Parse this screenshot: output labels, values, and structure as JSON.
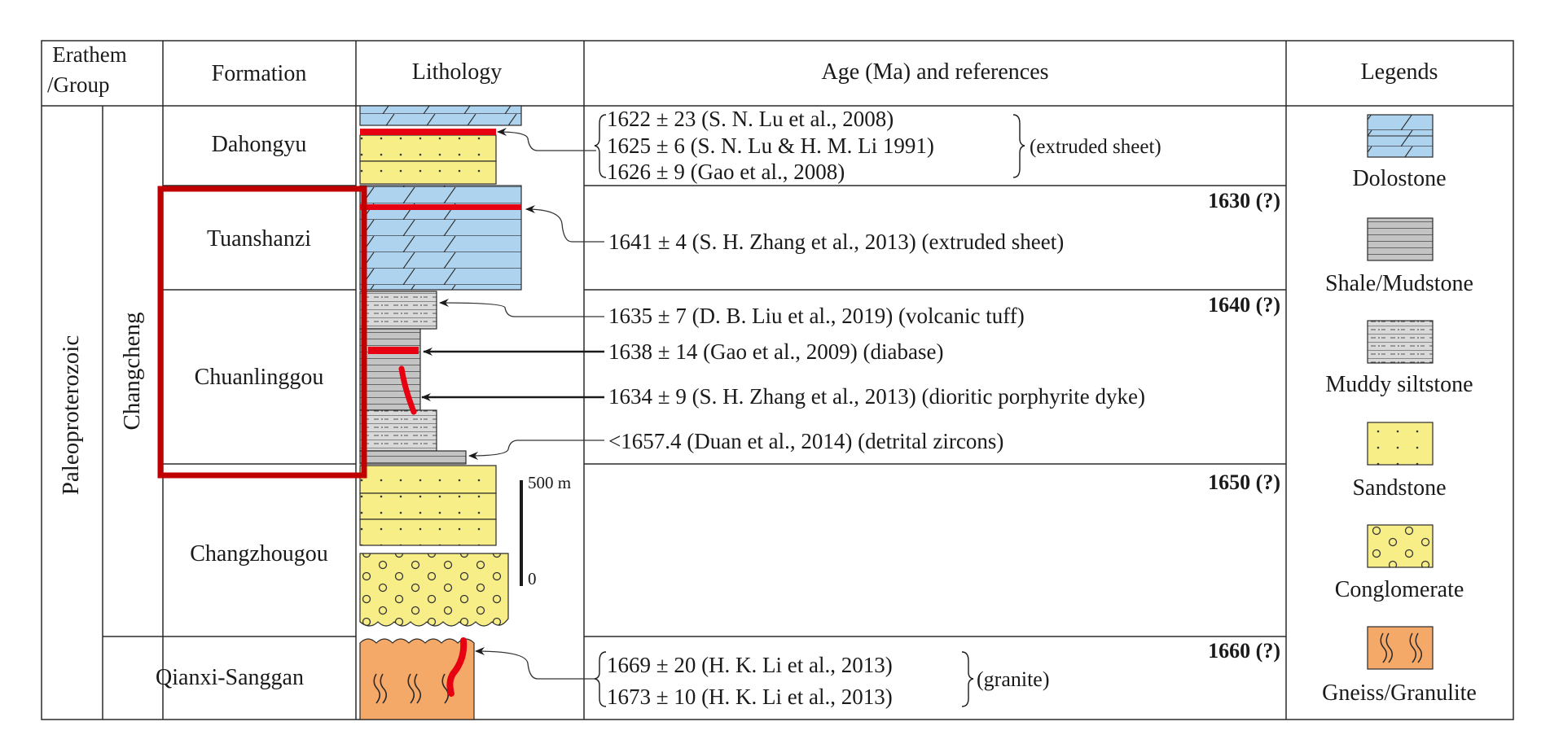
{
  "header": {
    "erathem_group": [
      "Erathem",
      "/Group"
    ],
    "formation": "Formation",
    "lithology": "Lithology",
    "age": "Age (Ma) and references",
    "legends": "Legends"
  },
  "erathem": "Paleoproterozoic",
  "group": "Changcheng",
  "formations": {
    "dahongyu": "Dahongyu",
    "tuanshanzi": "Tuanshanzi",
    "chuanlinggou": "Chuanlinggou",
    "changzhougou": "Changzhougou",
    "qianxi": "Qianxi-Sanggan"
  },
  "boundary_ages": [
    "1630 (?)",
    "1640 (?)",
    "1650 (?)",
    "1660 (?)"
  ],
  "ages": {
    "dahongyu": [
      "1622 ± 23 (S. N. Lu et al., 2008)",
      "1625 ± 6 (S. N. Lu & H. M. Li 1991)",
      "1626 ± 9 (Gao et al., 2008)"
    ],
    "dahongyu_note": "(extruded sheet)",
    "tuanshanzi": "1641 ± 4 (S. H. Zhang et al., 2013) (extruded sheet)",
    "chuanlinggou": [
      "1635 ± 7 (D. B. Liu et al., 2019) (volcanic tuff)",
      "1638 ± 14 (Gao et al., 2009) (diabase)",
      "1634 ± 9 (S. H. Zhang et al., 2013) (dioritic porphyrite dyke)",
      "<1657.4 (Duan et al., 2014) (detrital zircons)"
    ],
    "qianxi": [
      "1669 ± 20 (H. K. Li et al., 2013)",
      "1673 ± 10 (H. K. Li et al., 2013)"
    ],
    "qianxi_note": "(granite)"
  },
  "scale": {
    "top": "500 m",
    "bottom": "0"
  },
  "legends": [
    "Dolostone",
    "Shale/Mudstone",
    "Muddy siltstone",
    "Sandstone",
    "Conglomerate",
    "Gneiss/Granulite"
  ],
  "colors": {
    "dolostone": "#aed3ee",
    "sandstone": "#f8ee88",
    "gneiss": "#f5a968",
    "shale": "#b7b7b7",
    "siltstone": "#d9d9d9",
    "dyke": "#e60012",
    "highlight_box": "#c00000",
    "line": "#2a2a2a"
  }
}
